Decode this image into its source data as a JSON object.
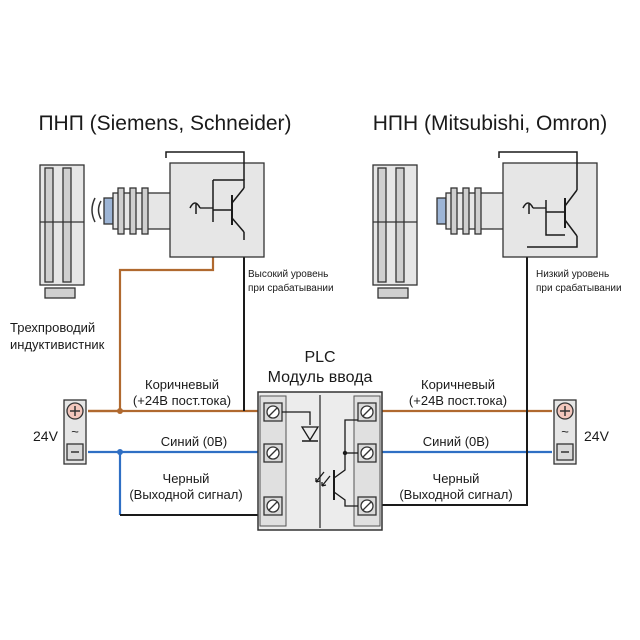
{
  "pnp": {
    "title": "ПНП (Siemens, Schneider)",
    "note_line1": "Высокий уровень",
    "note_line2": "при срабатывании"
  },
  "npn": {
    "title": "НПН (Mitsubishi, Omron)",
    "note_line1": "Низкий уровень",
    "note_line2": "при срабатывании"
  },
  "sensor_label": {
    "line1": "Трехпроводий",
    "line2": "индуктивистник"
  },
  "plc": {
    "title": "PLC",
    "subtitle": "Модуль ввода"
  },
  "wires_left": {
    "brown_line1": "Коричневый",
    "brown_line2": "(+24В пост.тока)",
    "blue": "Синий (0В)",
    "black_line1": "Черный",
    "black_line2": "(Выходной сигнал)"
  },
  "wires_right": {
    "brown_line1": "Коричневый",
    "brown_line2": "(+24В пост.тока)",
    "blue": "Синий (0В)",
    "black_line1": "Черный",
    "black_line2": "(Выходной сигнал)"
  },
  "supply_left": {
    "voltage": "24V",
    "plus": "⊕",
    "tilde": "~",
    "minus": "−"
  },
  "supply_right": {
    "voltage": "24V",
    "plus": "⊕",
    "tilde": "~",
    "minus": "−"
  },
  "colors": {
    "brown_wire": "#b0692f",
    "blue_wire": "#2f6fc4",
    "black_wire": "#1a1a1a",
    "housing_fill": "#e6e6e6",
    "sensor_face": "#9db5d6",
    "plus_fill": "#f2c7bd",
    "terminal_fill": "#d9d9d9"
  }
}
